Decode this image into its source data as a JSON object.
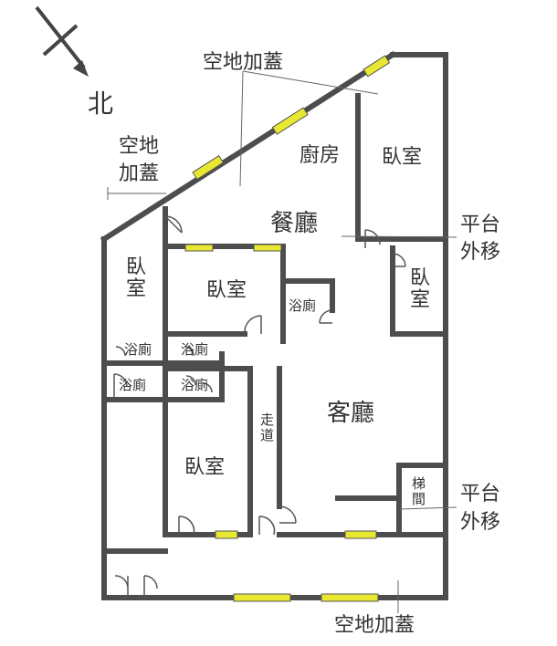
{
  "compass": {
    "label": "北"
  },
  "rooms": {
    "kitchen": "廚房",
    "dining": "餐廳",
    "living": "客廳",
    "bedroom_ne": "臥室",
    "bedroom_east": "臥室",
    "bedroom_center": "臥室",
    "bedroom_west": "臥室",
    "bedroom_south": "臥室",
    "bath_center": "浴廁",
    "bath_w1": "浴廁",
    "bath_w2": "浴廁",
    "bath_w3": "浴廁",
    "bath_w4": "浴廁",
    "corridor": "走道",
    "stair": "梯間"
  },
  "annotations": {
    "top": "空地加蓋",
    "left_line1": "空地",
    "left_line2": "加蓋",
    "bottom": "空地加蓋",
    "platform_upper_1": "平台",
    "platform_upper_2": "外移",
    "platform_lower_1": "平台",
    "platform_lower_2": "外移"
  },
  "colors": {
    "wall": "#4d4d4d",
    "window_fill": "#e8e832",
    "line": "#555555",
    "text": "#333333"
  }
}
